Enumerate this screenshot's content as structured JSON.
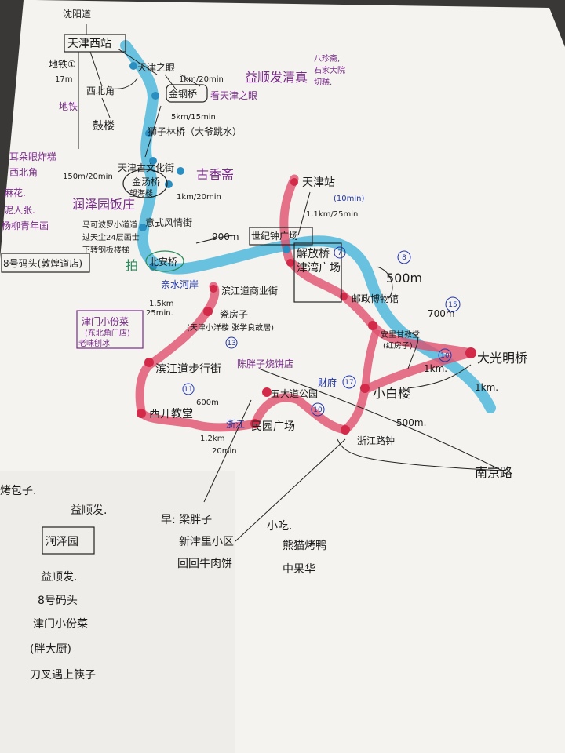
{
  "colors": {
    "river": "#4fb8dc",
    "route": "#e0506e",
    "paper": "#f4f3ef",
    "ink": "#1c1c1c",
    "purple_note": "#7a2a8c",
    "blue_note": "#2136a8"
  },
  "north": {
    "shenyang_road": "沈阳道",
    "tianjin_west": "天津西站",
    "metro1": "地铁①",
    "metro_time": "17m",
    "xibeijiao": "西北角",
    "gulou": "鼓楼",
    "metro": "地铁",
    "tianjin_eye": "天津之眼",
    "jingang_bridge": "金钢桥",
    "dist1": "1km/20min",
    "view_eye": "看天津之眼",
    "yishunfa": "益顺发清真",
    "bazhen": [
      "八珍斋,",
      "石家大院",
      "切糕."
    ],
    "dist2": "5km/15min",
    "shizilin": "狮子林桥（大爷跳水）",
    "guxiangzhai": "古香斋",
    "culture_street": "天津古文化街",
    "jintang": "金汤桥",
    "wanghailou": "望海楼",
    "dist3": "1km/20min",
    "dist4": "150m/20min",
    "runzeyuan": "润泽园饭庄",
    "left_snacks": [
      "耳朵眼炸糕",
      "西北角",
      "麻花.",
      "泥人张.",
      "杨柳青年画"
    ],
    "italian": "意式风情街",
    "marco_polo": [
      "马可波罗小道道",
      "过天尘24层画士",
      "下转钢板楼梯"
    ],
    "beian_bridge": "北安桥",
    "photo": "拍",
    "pier8": "8号码头(敦煌道店)",
    "dist5": "900m",
    "riverside": "亲水河岸"
  },
  "east": {
    "tianjin_station": "天津站",
    "dist6": "(10min)",
    "dist7": "1.1km/25min",
    "century_clock": "世纪钟广场",
    "jiefang_bridge": "解放桥",
    "jinwan": "津湾广场",
    "dist8": "500m",
    "post_museum": "邮政博物馆",
    "dist9": "700m",
    "wudadao_hotel": "安里甘教堂",
    "hotel_sub": "(红房子)",
    "daguangming": "大光明桥",
    "dist10": "1km.",
    "dist11": "1km.",
    "xiaobailou": "小白楼",
    "caifu": "财府",
    "dist12": "500m.",
    "nanjing_road": "南京路",
    "zhejiang": "浙江路钟"
  },
  "south": {
    "binjiang_shop": "滨江道商业街",
    "dist13": "1.5km",
    "dist14": "25min.",
    "porcelain": "瓷房子",
    "porcelain_sub": "(天津小洋楼\n张学良故居)",
    "xiaoyoufen": [
      "津门小份菜",
      "(东北角门店)",
      "老味刨冰"
    ],
    "binjiang_walk": "滨江道步行街",
    "chenpang": "陈胖子烧饼店",
    "xikai": "西开教堂",
    "dist15": "600m",
    "dist16": "1.2km",
    "dist17": "20min",
    "wudadao_park": "五大道公园",
    "minyuan": "民园广场",
    "hebei": "浙江"
  },
  "bottom": {
    "breakfast": [
      "早: 梁胖子",
      "新津里小区",
      "回回牛肉饼"
    ],
    "snacks": [
      "小吃.",
      "熊猫烤鸭",
      "中果华"
    ],
    "kaobaozi": "烤包子.",
    "yishunfa2": "益顺发.",
    "runze_box": "润泽园",
    "list": [
      "益顺发.",
      "8号码头",
      "津门小份菜",
      "(胖大厨)",
      "刀叉遇上筷子"
    ]
  },
  "badges": [
    "8",
    "15",
    "10",
    "17",
    "10",
    "7",
    "13",
    "11"
  ]
}
